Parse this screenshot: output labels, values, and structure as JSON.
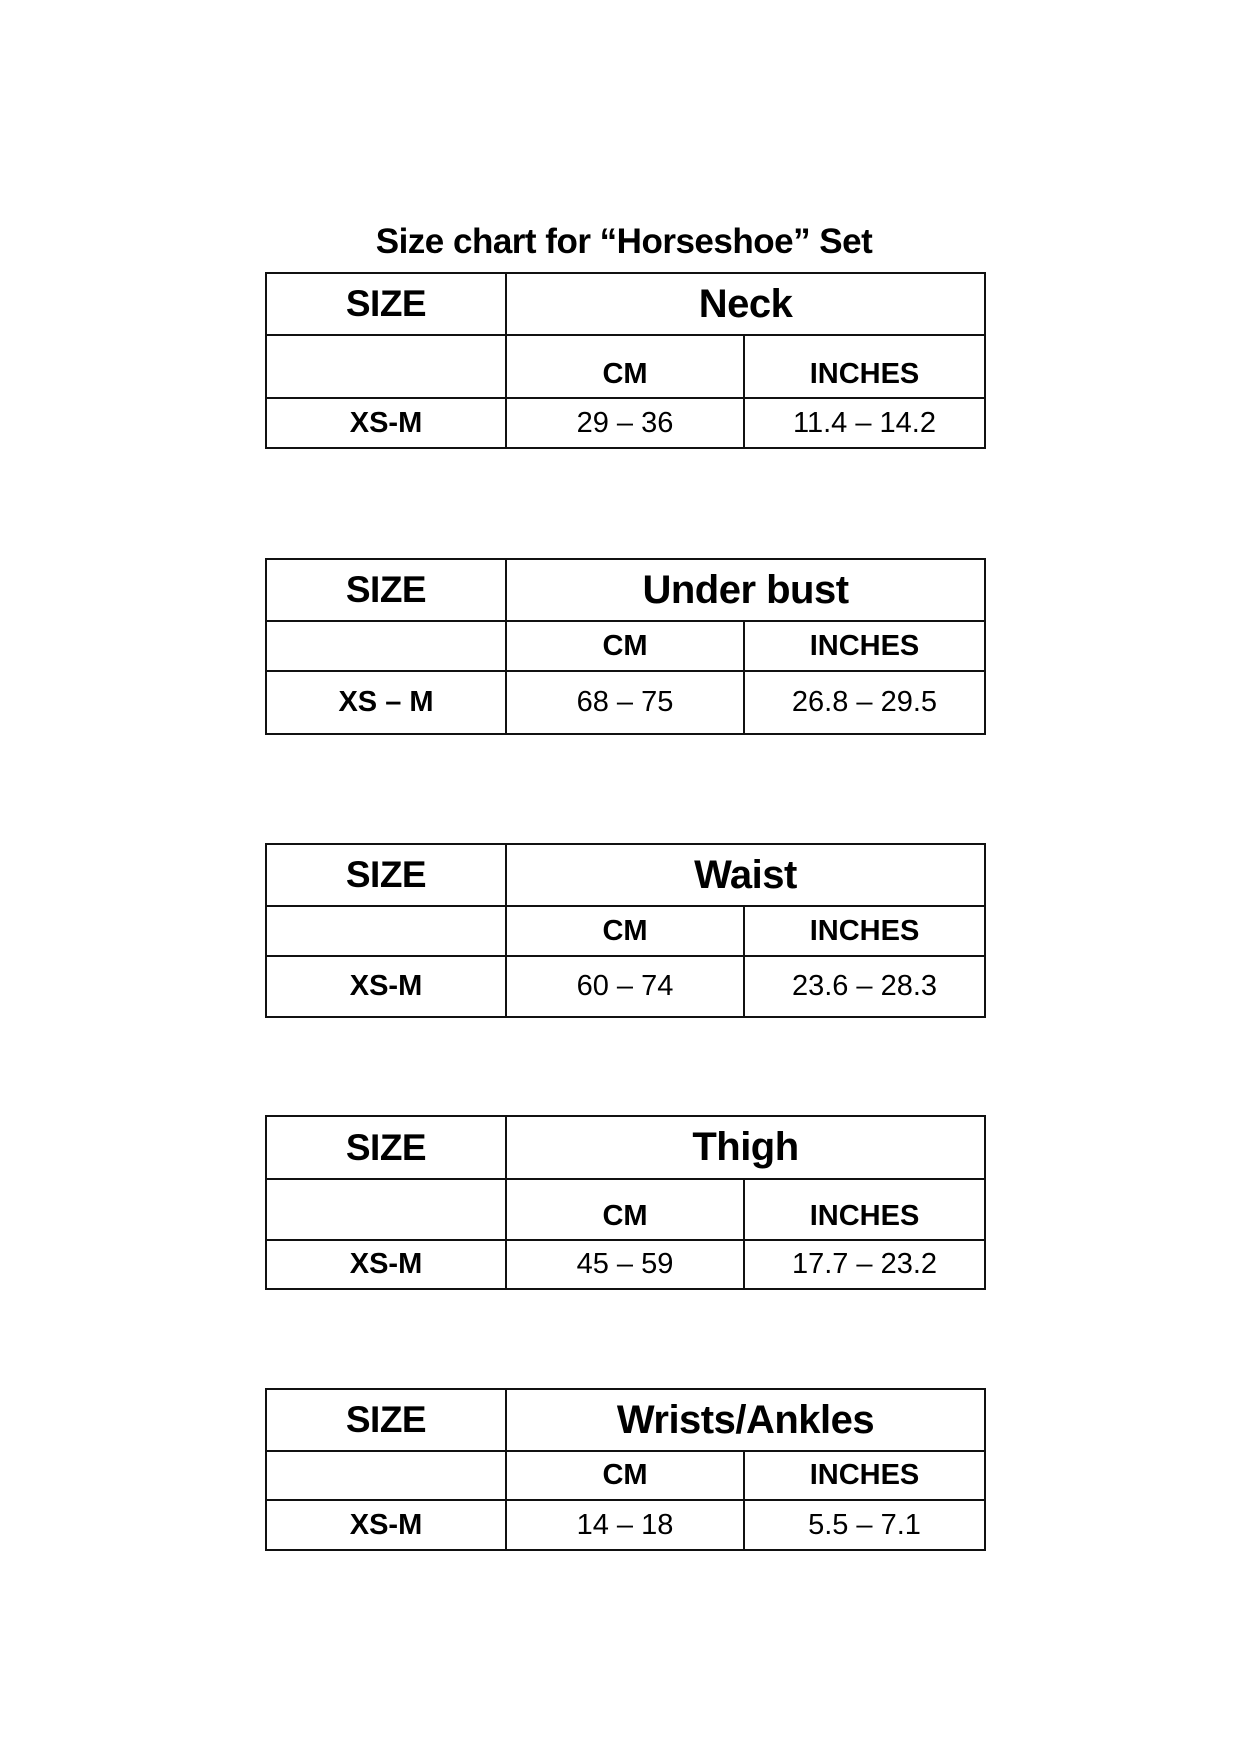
{
  "title": "Size chart for “Horseshoe” Set",
  "tables": [
    {
      "size_header": "SIZE",
      "measure": "Neck",
      "cm_label": "CM",
      "inches_label": "INCHES",
      "size": "XS-M",
      "cm": "29 – 36",
      "inches": "11.4 – 14.2"
    },
    {
      "size_header": "SIZE",
      "measure": "Under bust",
      "cm_label": "CM",
      "inches_label": "INCHES",
      "size": "XS – M",
      "cm": "68 – 75",
      "inches": "26.8 – 29.5"
    },
    {
      "size_header": "SIZE",
      "measure": "Waist",
      "cm_label": "CM",
      "inches_label": "INCHES",
      "size": "XS-M",
      "cm": "60 – 74",
      "inches": "23.6 – 28.3"
    },
    {
      "size_header": "SIZE",
      "measure": "Thigh",
      "cm_label": "CM",
      "inches_label": "INCHES",
      "size": "XS-M",
      "cm": "45 – 59",
      "inches": "17.7 – 23.2"
    },
    {
      "size_header": "SIZE",
      "measure": "Wrists/Ankles",
      "cm_label": "CM",
      "inches_label": "INCHES",
      "size": "XS-M",
      "cm": "14 – 18",
      "inches": "5.5 – 7.1"
    }
  ]
}
